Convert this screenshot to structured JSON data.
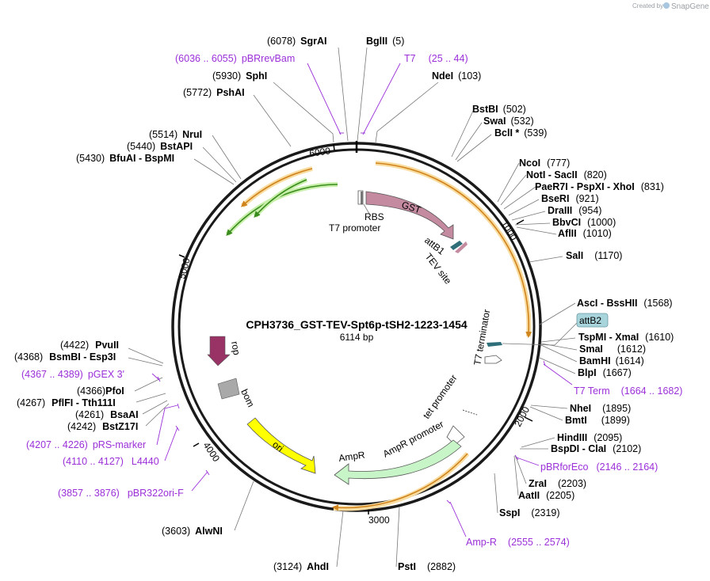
{
  "credit": {
    "prefix": "Created by",
    "brand": "SnapGene"
  },
  "title": "CPH3736_GST-TEV-Spt6p-tSH2-1223-1454",
  "size": "6114 bp",
  "ticks": [
    "1000",
    "2000",
    "3000",
    "4000",
    "5000",
    "6000"
  ],
  "sites": [
    {
      "pos": "(6078)",
      "name": "SgrAI"
    },
    {
      "pos": "(5)",
      "name": "BglII"
    },
    {
      "pos": "(103)",
      "name": "NdeI"
    },
    {
      "pos": "(5930)",
      "name": "SphI"
    },
    {
      "pos": "(5772)",
      "name": "PshAI"
    },
    {
      "pos": "(502)",
      "name": "BstBI"
    },
    {
      "pos": "(532)",
      "name": "SwaI"
    },
    {
      "pos": "(539)",
      "name": "BclI *"
    },
    {
      "pos": "(5514)",
      "name": "NruI"
    },
    {
      "pos": "(5440)",
      "name": "BstAPI"
    },
    {
      "pos": "(5430)",
      "name": "BfuAI  - BspMI"
    },
    {
      "pos": "(777)",
      "name": "NcoI"
    },
    {
      "pos": "(820)",
      "name": "NotI  - SacII"
    },
    {
      "pos": "(831)",
      "name": "PaeR7I  - PspXI  - XhoI"
    },
    {
      "pos": "(921)",
      "name": "BseRI"
    },
    {
      "pos": "(954)",
      "name": "DraIII"
    },
    {
      "pos": "(1000)",
      "name": "BbvCI"
    },
    {
      "pos": "(1010)",
      "name": "AflII"
    },
    {
      "pos": "(1170)",
      "name": "SalI"
    },
    {
      "pos": "(1568)",
      "name": "AscI  - BssHII"
    },
    {
      "pos": "(1610)",
      "name": "TspMI  - XmaI"
    },
    {
      "pos": "(1612)",
      "name": "SmaI"
    },
    {
      "pos": "(1614)",
      "name": "BamHI"
    },
    {
      "pos": "(1667)",
      "name": "BlpI"
    },
    {
      "pos": "(1895)",
      "name": "NheI"
    },
    {
      "pos": "(1899)",
      "name": "BmtI"
    },
    {
      "pos": "(2095)",
      "name": "HindIII"
    },
    {
      "pos": "(2102)",
      "name": "BspDI  - ClaI"
    },
    {
      "pos": "(2203)",
      "name": "ZraI"
    },
    {
      "pos": "(2205)",
      "name": "AatII"
    },
    {
      "pos": "(2319)",
      "name": "SspI"
    },
    {
      "pos": "(2882)",
      "name": "PstI"
    },
    {
      "pos": "(3124)",
      "name": "AhdI"
    },
    {
      "pos": "(3603)",
      "name": "AlwNI"
    },
    {
      "pos": "(4422)",
      "name": "PvuII"
    },
    {
      "pos": "(4368)",
      "name": "BsmBI  - Esp3I"
    },
    {
      "pos": "(4366)",
      "name": "PfoI"
    },
    {
      "pos": "(4267)",
      "name": "PflFI  - Tth111I"
    },
    {
      "pos": "(4261)",
      "name": "BsaAI"
    },
    {
      "pos": "(4242)",
      "name": "BstZ17I"
    }
  ],
  "primers": [
    {
      "range": "(6036 .. 6055)",
      "name": "pBRrevBam"
    },
    {
      "range": "(25 .. 44)",
      "name": "T7"
    },
    {
      "range": "(1664 .. 1682)",
      "name": "T7 Term"
    },
    {
      "range": "(2146 .. 2164)",
      "name": "pBRforEco"
    },
    {
      "range": "(2555 .. 2574)",
      "name": "Amp-R"
    },
    {
      "range": "(4367 .. 4389)",
      "name": "pGEX 3'"
    },
    {
      "range": "(4207 .. 4226)",
      "name": "pRS-marker"
    },
    {
      "range": "(4110 .. 4127)",
      "name": "L4440"
    },
    {
      "range": "(3857 .. 3876)",
      "name": "pBR322ori-F"
    }
  ],
  "features": {
    "gst": "GST",
    "rbs": "RBS",
    "t7_promoter": "T7 promoter",
    "attb1": "attB1",
    "tev": "TEV site",
    "attb2": "attB2",
    "t7_terminator": "T7 terminator",
    "tet_promoter": "tet promoter",
    "ampr_promoter": "AmpR promoter",
    "ampr": "AmpR",
    "ori": "ori",
    "rop": "rop",
    "bom": "bom"
  },
  "colors": {
    "backbone": "#1a1a1a",
    "orf": "#f0a830",
    "orf_glow": "#f9dca0",
    "green_orf": "#3a8c1e",
    "green_glow": "#c8efaa",
    "gst": "#c48aa0",
    "ampr": "#c8f5c8",
    "ori": "#ffff00",
    "rop": "#993366",
    "bom": "#a9a9a9",
    "attb": "#2f6f7a",
    "primer": "#9b30d9",
    "attb2_box": "#a8d4dc"
  }
}
